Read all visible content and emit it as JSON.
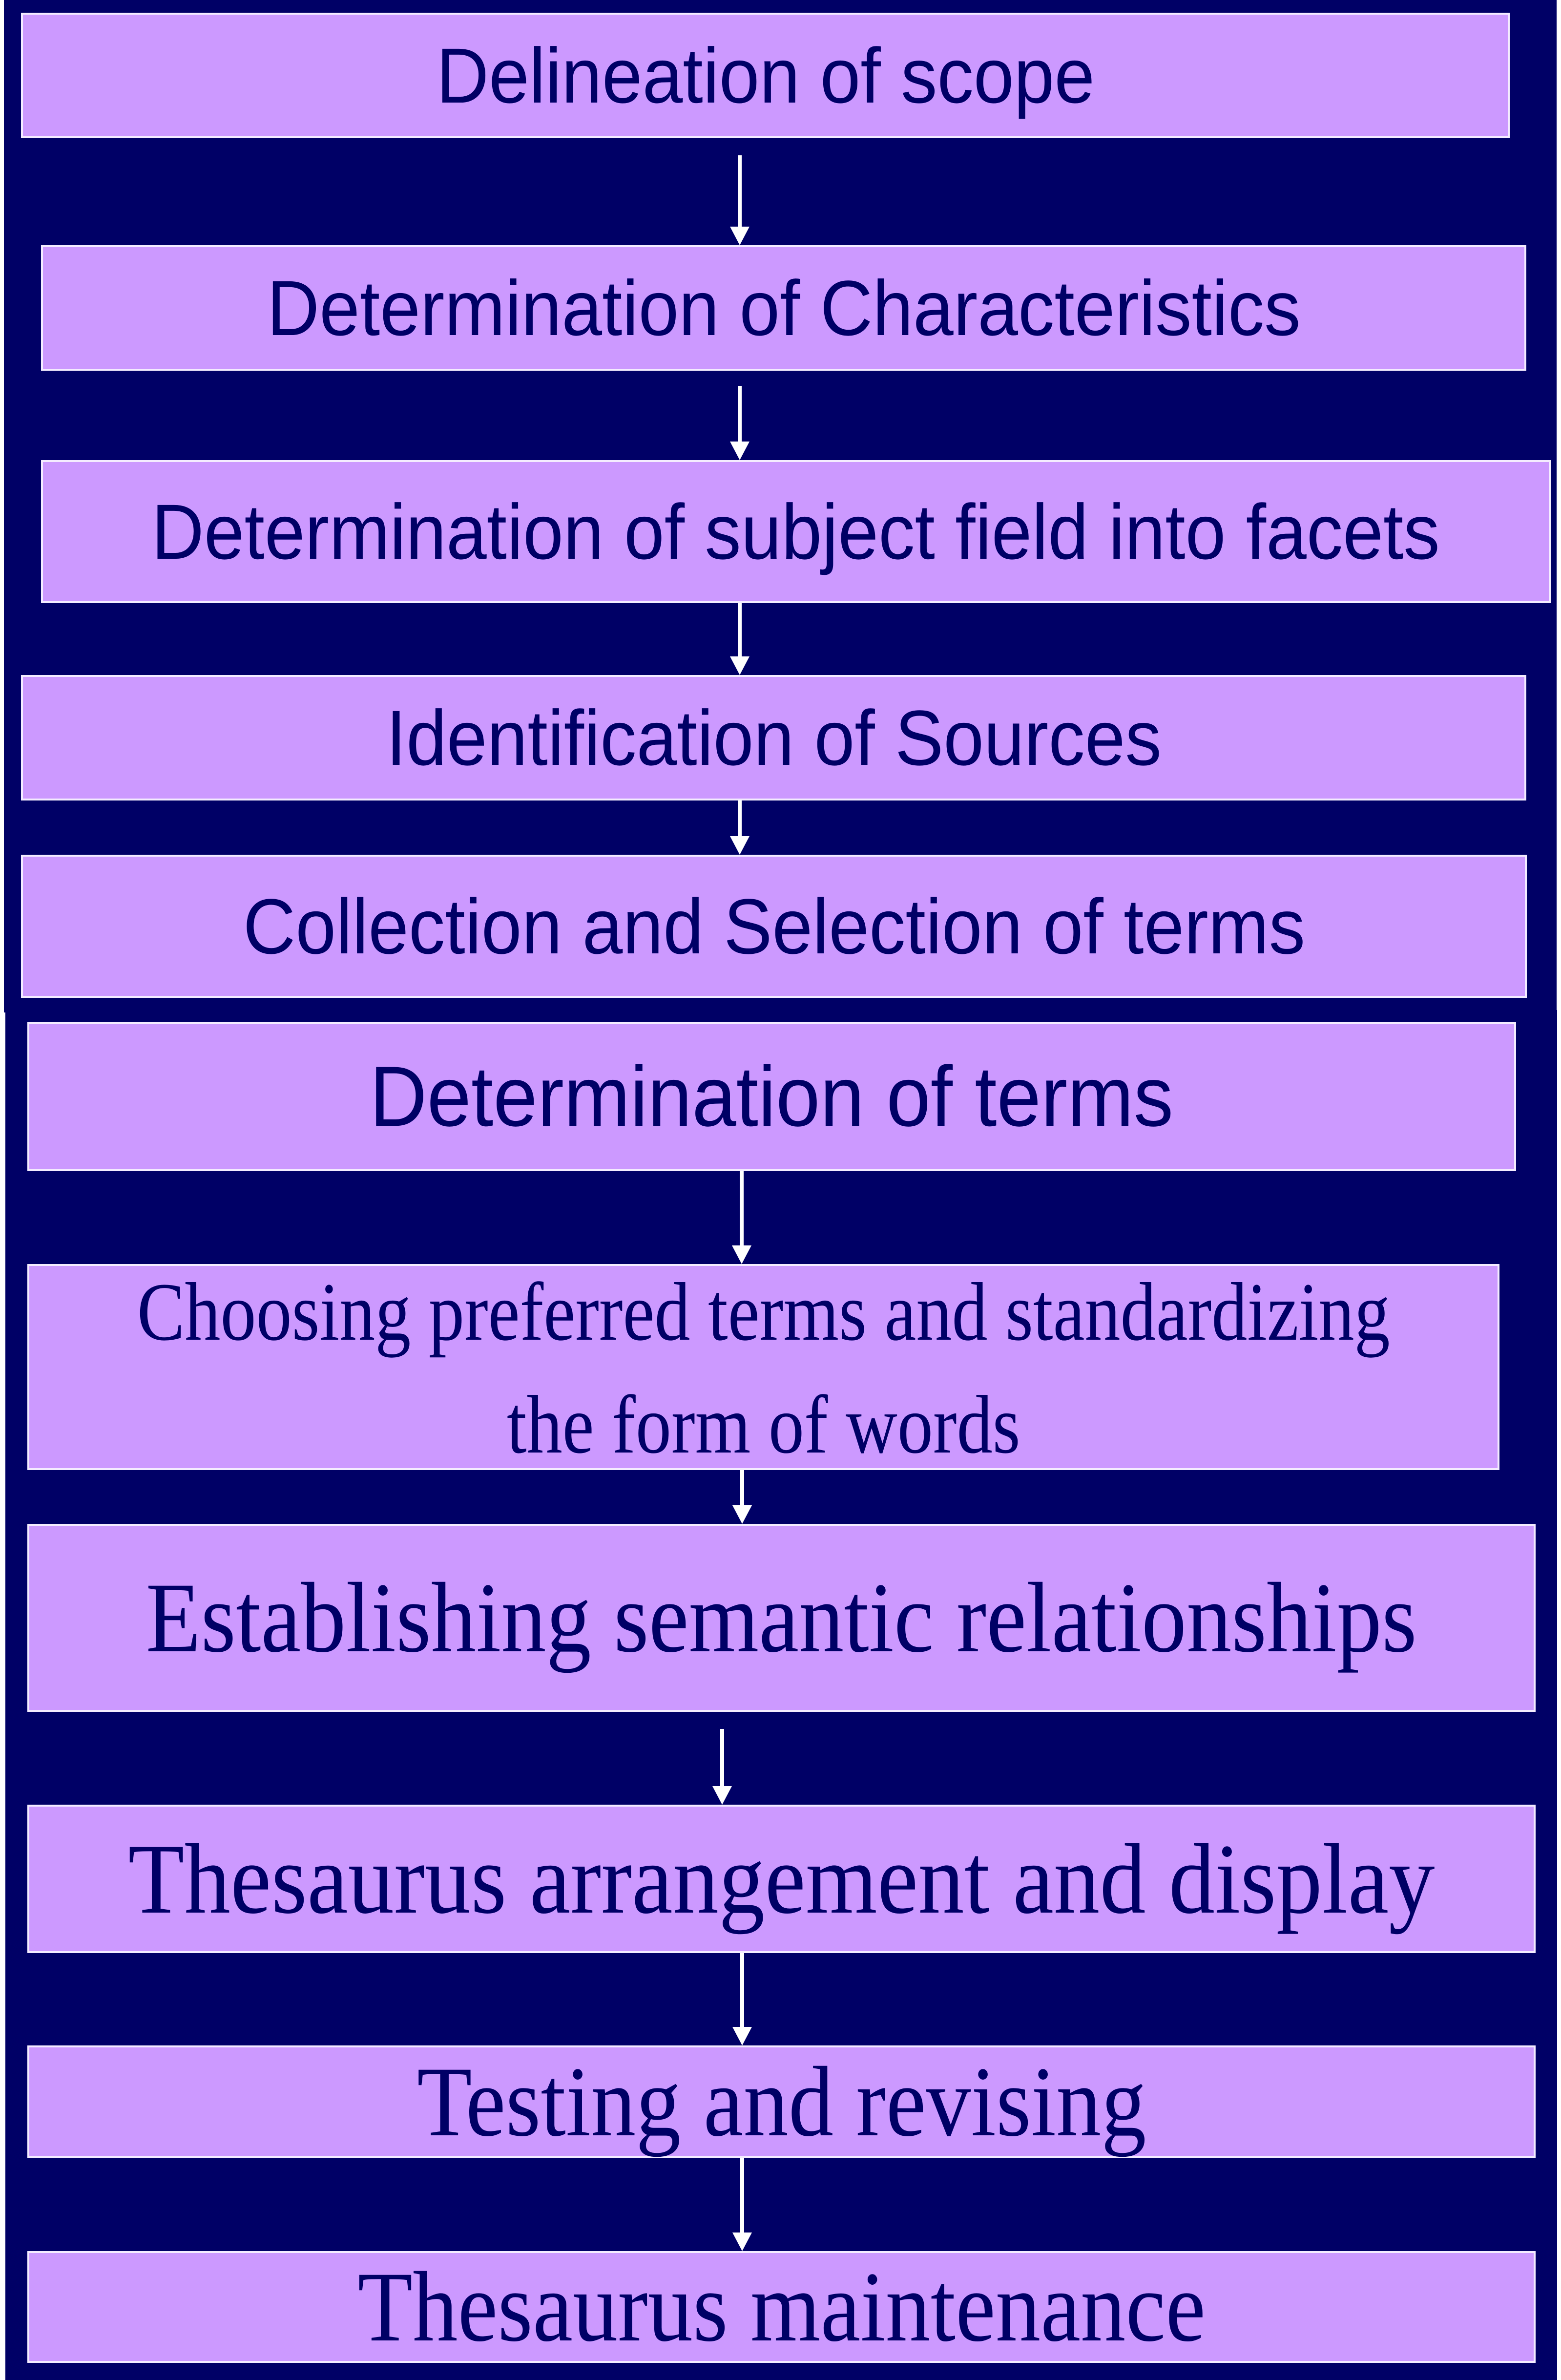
{
  "diagram": {
    "type": "flowchart",
    "direction": "top-to-bottom",
    "colors": {
      "background": "#000066",
      "box_fill": "#cc99ff",
      "box_border": "#f4ecff",
      "text": "#000066",
      "arrow": "#ffffff"
    },
    "steps": [
      {
        "label": "Delineation of scope"
      },
      {
        "label": "Determination of Characteristics"
      },
      {
        "label": "Determination of subject field into facets"
      },
      {
        "label": "Identification of Sources"
      },
      {
        "label": "Collection and Selection of terms"
      },
      {
        "label": "Determination of terms"
      },
      {
        "label": "Choosing preferred terms and standardizing the form of words",
        "line1": "Choosing preferred terms and standardizing",
        "line2": "the form of words"
      },
      {
        "label": "Establishing semantic relationships"
      },
      {
        "label": "Thesaurus arrangement and display"
      },
      {
        "label": "Testing and revising"
      },
      {
        "label": "Thesaurus maintenance"
      }
    ],
    "connections": [
      {
        "from": 0,
        "to": 1
      },
      {
        "from": 1,
        "to": 2
      },
      {
        "from": 2,
        "to": 3
      },
      {
        "from": 3,
        "to": 4
      },
      {
        "from": 5,
        "to": 6
      },
      {
        "from": 6,
        "to": 7
      },
      {
        "from": 7,
        "to": 8
      },
      {
        "from": 8,
        "to": 9
      },
      {
        "from": 9,
        "to": 10
      }
    ]
  }
}
